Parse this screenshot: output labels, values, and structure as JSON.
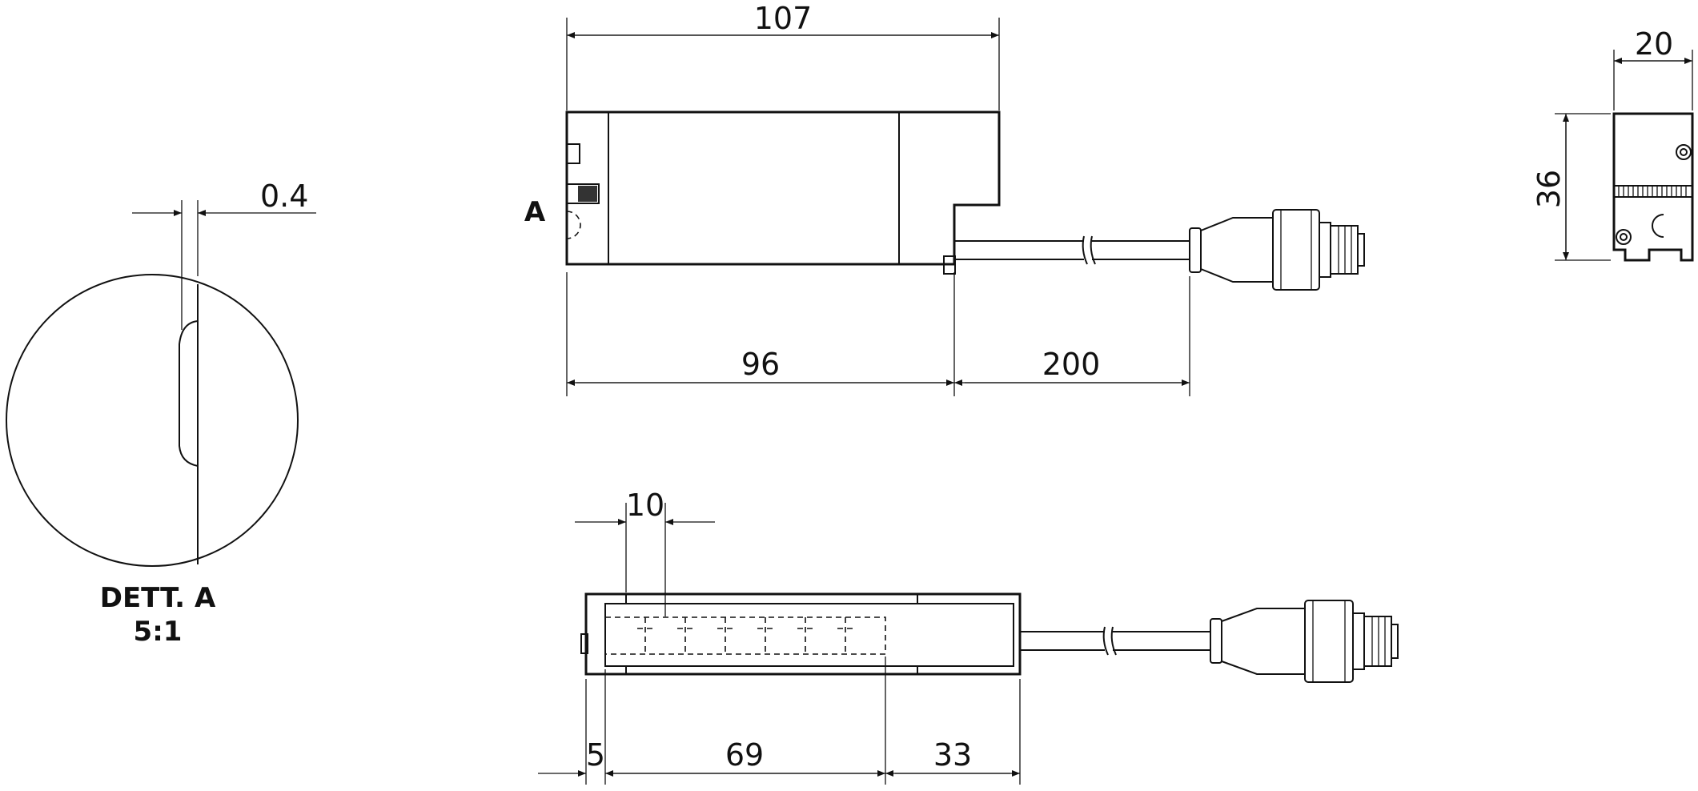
{
  "detail": {
    "title": "DETT. A",
    "scale": "5:1",
    "dim_thickness": "0.4"
  },
  "side_view": {
    "detail_marker": "A",
    "dim_overall_length": "107",
    "dim_body_length": "96",
    "dim_cable_length": "200"
  },
  "end_view": {
    "dim_width": "20",
    "dim_height": "36"
  },
  "top_view": {
    "dim_pitch": "10",
    "dim_offset": "5",
    "dim_array_length": "69",
    "dim_rear_length": "33"
  }
}
